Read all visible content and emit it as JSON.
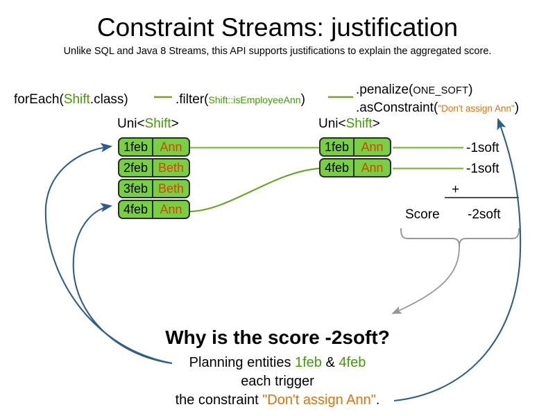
{
  "slide": {
    "title": "Constraint Streams: justification",
    "subtitle": "Unlike SQL and Java 8 Streams, this API supports justifications to explain the aggregated score."
  },
  "code": {
    "foreach_prefix": "forEach(",
    "foreach_type": "Shift",
    "foreach_suffix": ".class)",
    "filter_prefix": ".filter(",
    "filter_arg": "Shift::isEmployeeAnn",
    "filter_suffix": ")",
    "penalize_prefix": ".penalize(",
    "penalize_arg": "ONE_SOFT",
    "penalize_suffix": ")",
    "asconstraint_prefix": ".asConstraint(",
    "asconstraint_arg": "\"Don't assign Ann\"",
    "asconstraint_suffix": ")"
  },
  "streams": {
    "left": {
      "type_label_prefix": "Uni<",
      "type_label_generic": "Shift",
      "type_label_suffix": ">",
      "rows": [
        {
          "date": "1feb",
          "employee": "Ann"
        },
        {
          "date": "2feb",
          "employee": "Beth"
        },
        {
          "date": "3feb",
          "employee": "Beth"
        },
        {
          "date": "4feb",
          "employee": "Ann"
        }
      ]
    },
    "right": {
      "type_label_prefix": "Uni<",
      "type_label_generic": "Shift",
      "type_label_suffix": ">",
      "rows": [
        {
          "date": "1feb",
          "employee": "Ann"
        },
        {
          "date": "4feb",
          "employee": "Ann"
        }
      ]
    }
  },
  "score": {
    "penalty_1": "-1soft",
    "penalty_2": "-1soft",
    "operator": "+",
    "label": "Score",
    "total": "-2soft"
  },
  "explanation": {
    "heading": "Why is the score -2soft?",
    "line1_prefix": "Planning entities ",
    "line1_entity_a": "1feb",
    "line1_amp": " & ",
    "line1_entity_b": "4feb",
    "line2": "each trigger",
    "line3_prefix": "the constraint ",
    "line3_constraint": "\"Don't assign Ann\"",
    "line3_suffix": "."
  },
  "colors": {
    "pill_fill": "#76d041",
    "pill_border": "#2b2b2b",
    "type_green": "#3f9c00",
    "name_orange": "#e2400a",
    "string_orange": "#e2700a",
    "stream_line_green": "#8cbf4a",
    "justification_blue": "#2e5d8f",
    "brace_gray": "#969696",
    "text_black": "#000000"
  }
}
